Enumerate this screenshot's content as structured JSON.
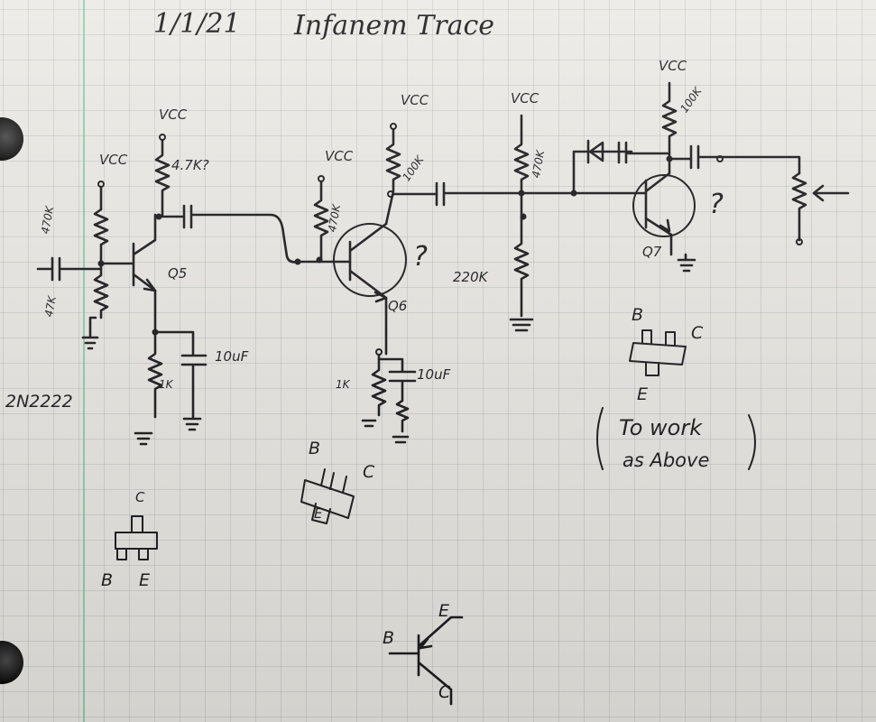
{
  "header": {
    "date": "1/1/21",
    "title": "Infanem Trace"
  },
  "stage1": {
    "vcc_left": "VCC",
    "vcc_top": "VCC",
    "r_top": "470K",
    "r_bottom": "47K",
    "r_collector": "4.7K?",
    "transistor": "Q5",
    "r_emitter": "1K",
    "cap_emitter": "10uF",
    "part": "2N2222"
  },
  "stage2": {
    "vcc_base": "VCC",
    "vcc_top": "VCC",
    "r_base": "470K",
    "r_collector": "100K",
    "transistor": "Q6",
    "question": "?",
    "r_emitter": "1K",
    "cap_emitter": "10uF"
  },
  "stage3": {
    "vcc": "VCC",
    "r_top": "470K",
    "r_bottom": "220K"
  },
  "stage4": {
    "vcc": "VCC",
    "r_collector": "100K",
    "transistor": "Q7",
    "question": "?"
  },
  "pinout_a": {
    "c": "C",
    "b": "B",
    "e": "E"
  },
  "pinout_b": {
    "b": "B",
    "c": "C",
    "e": "E"
  },
  "pinout_c": {
    "b": "B",
    "c": "C",
    "e": "E",
    "note_line1": "To work",
    "note_line2": "as Above"
  },
  "symbol": {
    "b": "B",
    "e": "E",
    "c": "C"
  }
}
